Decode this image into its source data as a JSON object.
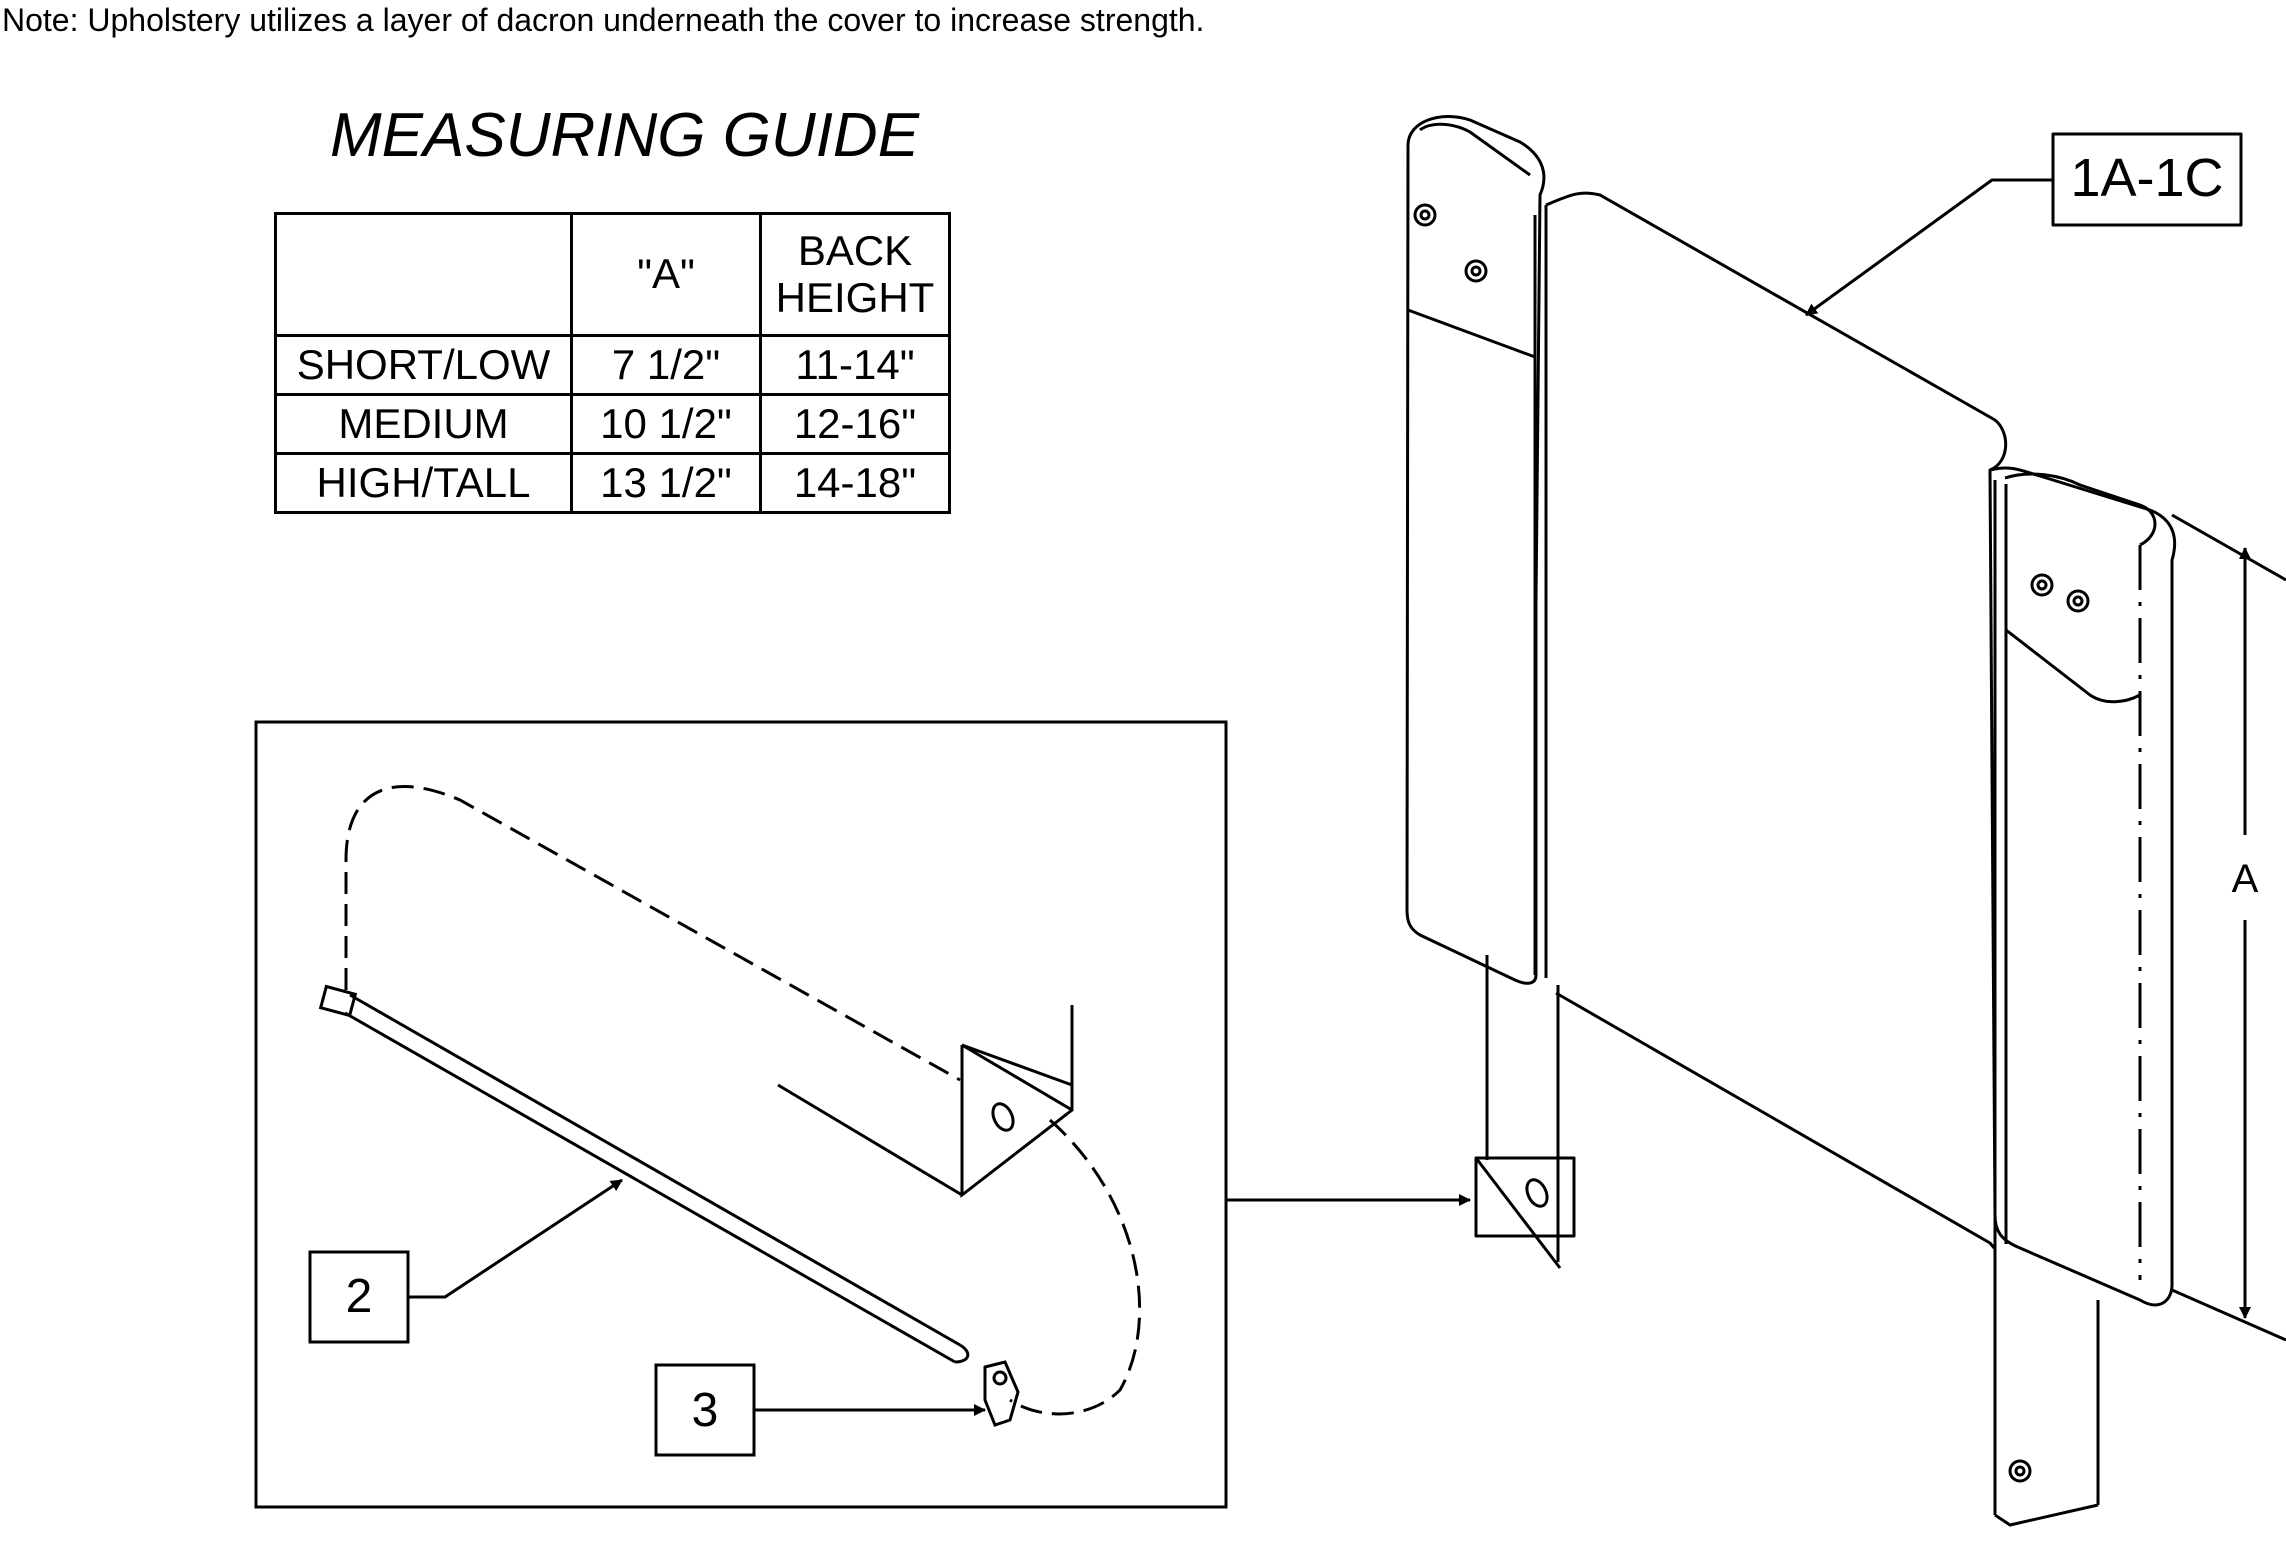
{
  "note": "Note: Upholstery utilizes a layer of dacron underneath the cover to increase strength.",
  "measuring_guide": {
    "title": "MEASURING GUIDE",
    "headers": [
      "",
      "\"A\"",
      "BACK HEIGHT"
    ],
    "header_back_line1": "BACK",
    "header_back_line2": "HEIGHT",
    "rows": [
      [
        "SHORT/LOW",
        "7 1/2\"",
        "11-14\""
      ],
      [
        "MEDIUM",
        "10 1/2\"",
        "12-16\""
      ],
      [
        "HIGH/TALL",
        "13 1/2\"",
        "14-18\""
      ]
    ]
  },
  "callouts": {
    "upholstery": "1A-1C",
    "cable_tie": "2",
    "clip": "3"
  },
  "dimension_label": "A"
}
